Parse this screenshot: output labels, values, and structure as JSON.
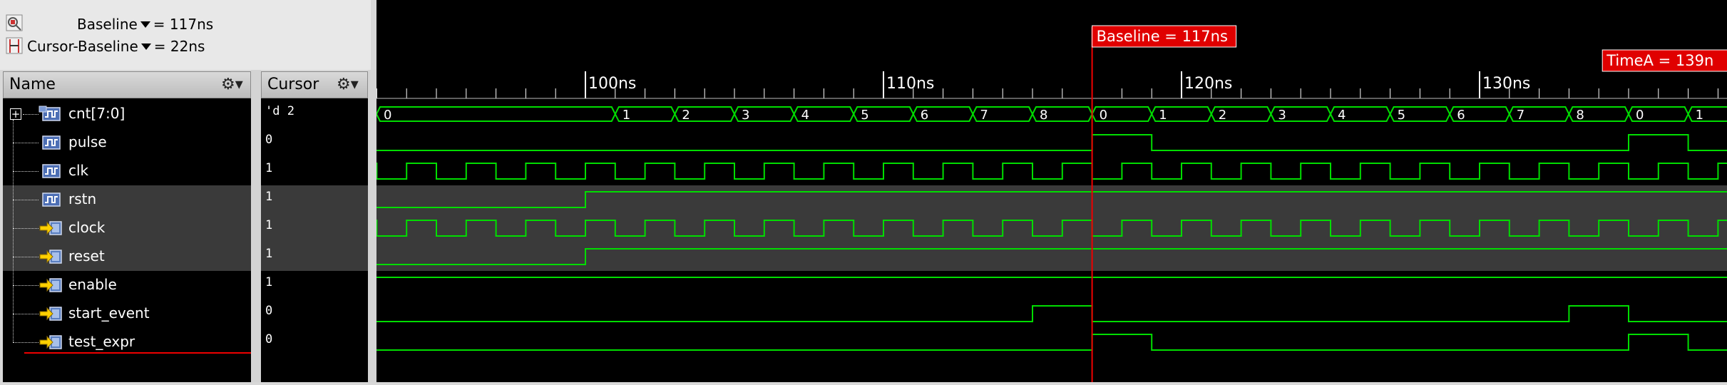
{
  "top_controls": {
    "baseline_label": "Baseline",
    "baseline_value": "= 117ns",
    "cursor_baseline_label": "Cursor-Baseline",
    "cursor_baseline_value": "= 22ns"
  },
  "name_panel": {
    "header": "Name"
  },
  "cursor_panel": {
    "header": "Cursor"
  },
  "signals": [
    {
      "name": "cnt[7:0]",
      "value": "'d 2",
      "kind": "bus",
      "expandable": true,
      "highlight": false
    },
    {
      "name": "pulse",
      "value": "0",
      "kind": "wire",
      "highlight": false
    },
    {
      "name": "clk",
      "value": "1",
      "kind": "wire",
      "highlight": false
    },
    {
      "name": "rstn",
      "value": "1",
      "kind": "wire",
      "highlight": true
    },
    {
      "name": "clock",
      "value": "1",
      "kind": "port",
      "highlight": true
    },
    {
      "name": "reset",
      "value": "1",
      "kind": "port",
      "highlight": true
    },
    {
      "name": "enable",
      "value": "1",
      "kind": "port",
      "highlight": false
    },
    {
      "name": "start_event",
      "value": "0",
      "kind": "port",
      "highlight": false
    },
    {
      "name": "test_expr",
      "value": "0",
      "kind": "port",
      "highlight": false
    }
  ],
  "timeline": {
    "major_labels": [
      "100ns",
      "110ns",
      "120ns",
      "130ns"
    ],
    "baseline_marker": "Baseline = 117ns",
    "timea_marker": "TimeA = 139n"
  },
  "bus_values": [
    "0",
    "1",
    "2",
    "3",
    "4",
    "5",
    "6",
    "7",
    "8",
    "0",
    "1",
    "2",
    "3",
    "4",
    "5",
    "6",
    "7",
    "8",
    "0",
    "1"
  ],
  "colors": {
    "wave": "#00dd00",
    "marker": "#ee0000",
    "background": "#000000",
    "highlight_row": "#3a3a3a"
  }
}
